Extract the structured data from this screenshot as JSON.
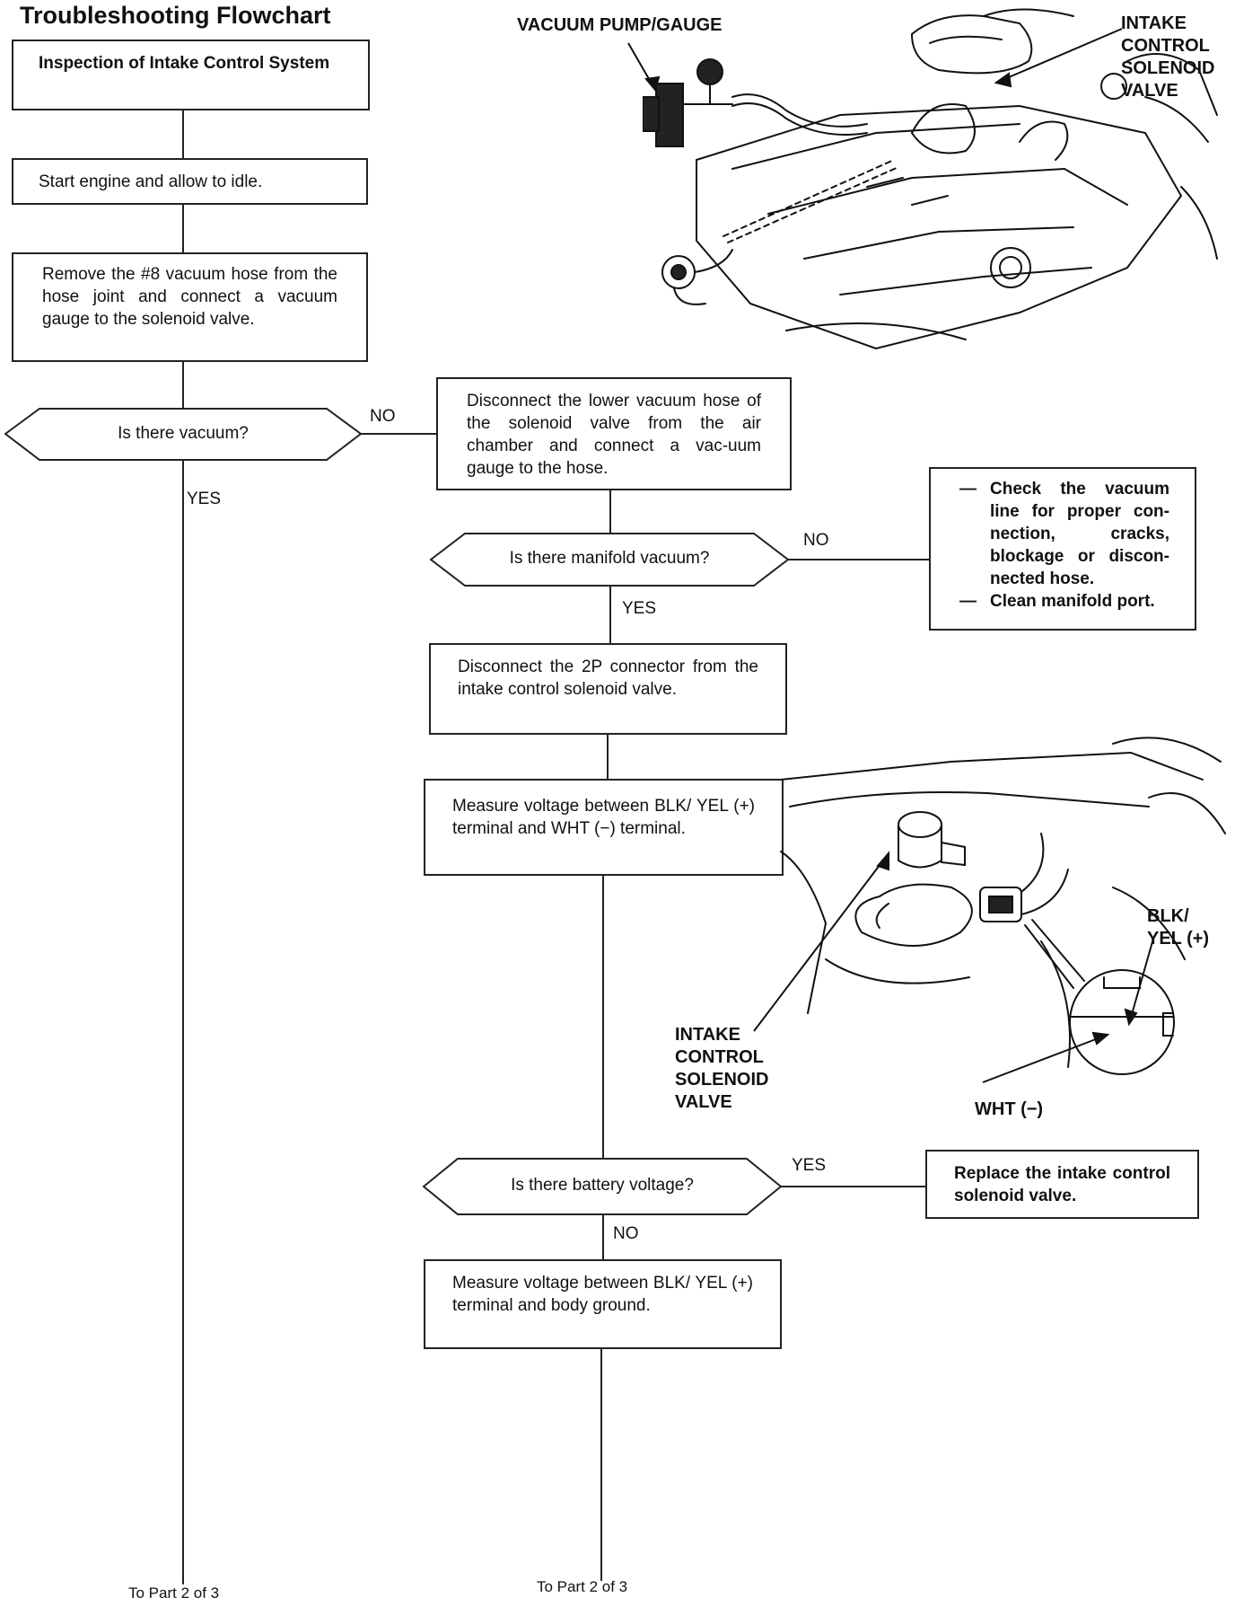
{
  "title": "Troubleshooting Flowchart",
  "steps": {
    "inspection": "Inspection of Intake Control System",
    "start_engine": "Start engine and allow to idle.",
    "remove_hose": "Remove the #8 vacuum hose from the hose joint and connect a vacuum gauge to the solenoid valve.",
    "disconnect_lower_hose": "Disconnect the lower vacuum hose of the solenoid valve from the air chamber and connect a vac-uum gauge to the hose.",
    "disconnect_2p": "Disconnect the 2P connector from the intake control solenoid valve.",
    "measure_voltage_wht": "Measure voltage between BLK/ YEL (+) terminal and WHT (−) terminal.",
    "measure_voltage_ground": "Measure voltage between BLK/ YEL (+) terminal and body ground.",
    "replace_valve": "Replace the intake control solenoid valve."
  },
  "check_items": [
    "Check the vacuum line for proper con-nection, cracks, blockage or discon-nected hose.",
    "Clean manifold port."
  ],
  "decisions": {
    "vacuum": "Is there vacuum?",
    "manifold_vacuum": "Is there manifold vacuum?",
    "battery_voltage": "Is there battery voltage?"
  },
  "branch_labels": {
    "no_1": "NO",
    "yes_1": "YES",
    "no_2": "NO",
    "yes_2": "YES",
    "yes_3": "YES",
    "no_3": "NO"
  },
  "footer": {
    "left": "To Part 2 of 3",
    "right": "To Part 2 of 3"
  },
  "illustration_top": {
    "vacuum_pump_label": "VACUUM PUMP/GAUGE",
    "solenoid_label_lines": [
      "INTAKE",
      "CONTROL",
      "SOLENOID",
      "VALVE"
    ]
  },
  "illustration_bottom": {
    "solenoid_label_lines": [
      "INTAKE",
      "CONTROL",
      "SOLENOID",
      "VALVE"
    ],
    "blk_yel_lines": [
      "BLK/",
      "YEL (+)"
    ],
    "wht_label": "WHT (−)"
  }
}
